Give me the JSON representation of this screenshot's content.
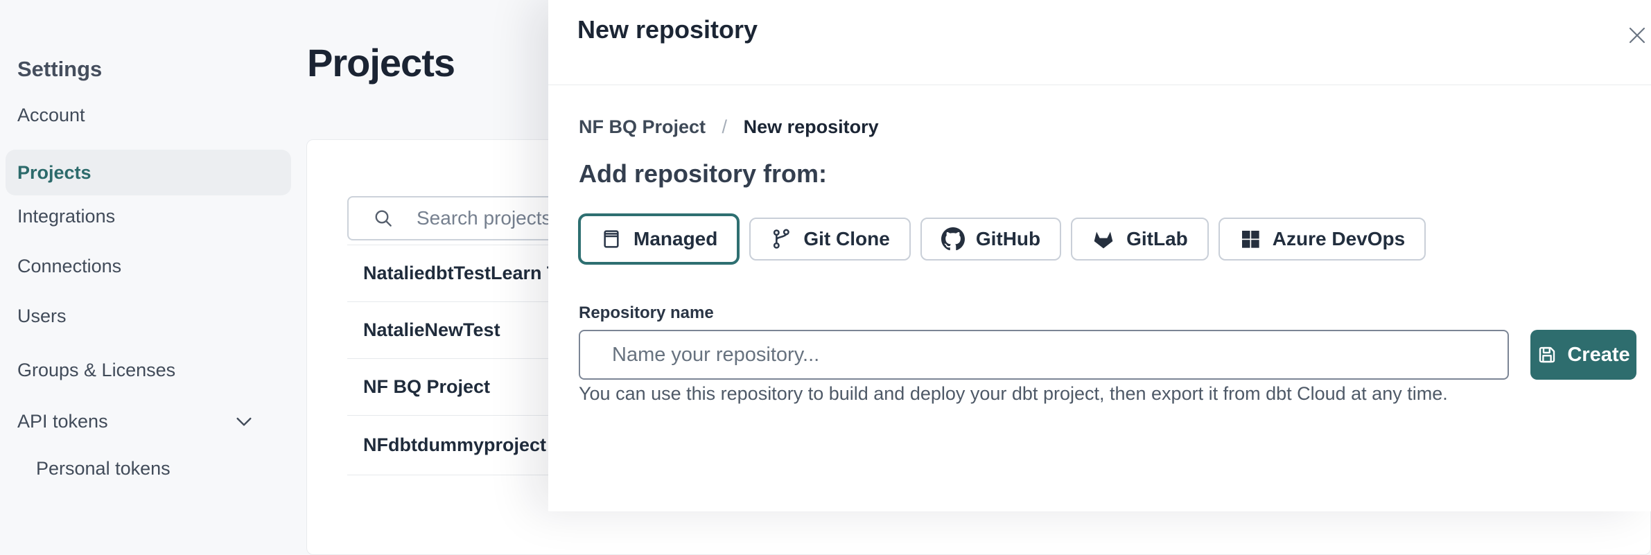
{
  "colors": {
    "accent_teal": "#2e6d6e",
    "selected_border_teal": "#2e6f71",
    "active_link_teal": "#2c6a6b",
    "page_background": "#f7f8fa",
    "dark_text": "#1b2433",
    "divider": "#e6e9ec"
  },
  "sidebar": {
    "heading": "Settings",
    "items": [
      {
        "label": "Account"
      },
      {
        "label": "Projects",
        "active": true
      },
      {
        "label": "Integrations"
      },
      {
        "label": "Connections"
      },
      {
        "label": "Users"
      },
      {
        "label": "Groups & Licenses"
      },
      {
        "label": "API tokens",
        "expandable": true,
        "icon": "chevron-down-icon"
      },
      {
        "label": "Personal tokens",
        "indented": true
      }
    ]
  },
  "main": {
    "title": "Projects",
    "search": {
      "placeholder": "Search projects by name",
      "icon": "search-icon",
      "value": ""
    },
    "projects": [
      "NataliedbtTestLearn T",
      "NatalieNewTest",
      "NF BQ Project",
      "NFdbtdummyproject"
    ]
  },
  "modal": {
    "title": "New repository",
    "close_icon": "close-icon",
    "breadcrumb": {
      "parent": "NF BQ Project",
      "separator": "/",
      "current": "New repository"
    },
    "section_heading": "Add repository from:",
    "source_options": [
      {
        "label": "Managed",
        "icon": "repo-icon",
        "selected": true
      },
      {
        "label": "Git Clone",
        "icon": "git-branch-icon",
        "selected": false
      },
      {
        "label": "GitHub",
        "icon": "github-icon",
        "selected": false
      },
      {
        "label": "GitLab",
        "icon": "gitlab-icon",
        "selected": false
      },
      {
        "label": "Azure DevOps",
        "icon": "azure-devops-icon",
        "selected": false
      }
    ],
    "form": {
      "name_label": "Repository name",
      "name_placeholder": "Name your repository...",
      "name_value": "",
      "create_label": "Create",
      "create_icon": "save-icon",
      "helper_text": "You can use this repository to build and deploy your dbt project, then export it from dbt Cloud at any time."
    }
  }
}
